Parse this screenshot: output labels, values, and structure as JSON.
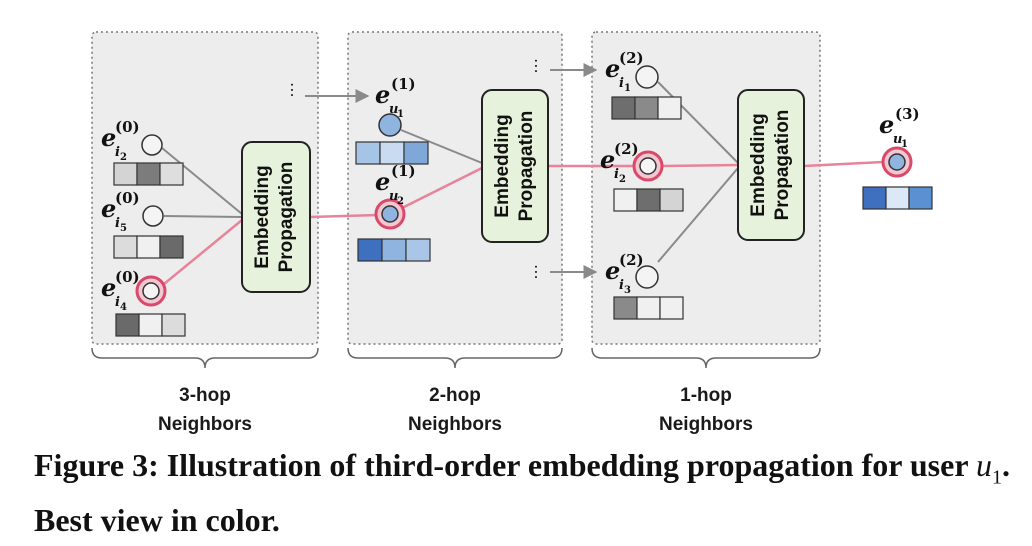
{
  "figure": {
    "box_label": "Embedding Propagation",
    "box_label_line1": "Embedding",
    "box_label_line2": "Propagation",
    "hop_groups": [
      {
        "line1": "3-hop",
        "line2": "Neighbors"
      },
      {
        "line1": "2-hop",
        "line2": "Neighbors"
      },
      {
        "line1": "1-hop",
        "line2": "Neighbors"
      }
    ],
    "ellipsis": "⋯",
    "symbols": {
      "e_i2_0": {
        "main": "e",
        "sub": "i",
        "subsub": "2",
        "sup": "(0)"
      },
      "e_i5_0": {
        "main": "e",
        "sub": "i",
        "subsub": "5",
        "sup": "(0)"
      },
      "e_i4_0": {
        "main": "e",
        "sub": "i",
        "subsub": "4",
        "sup": "(0)"
      },
      "e_u1_1": {
        "main": "e",
        "sub": "u",
        "subsub": "1",
        "sup": "(1)"
      },
      "e_u2_1": {
        "main": "e",
        "sub": "u",
        "subsub": "2",
        "sup": "(1)"
      },
      "e_i1_2": {
        "main": "e",
        "sub": "i",
        "subsub": "1",
        "sup": "(2)"
      },
      "e_i2_2": {
        "main": "e",
        "sub": "i",
        "subsub": "2",
        "sup": "(2)"
      },
      "e_i3_2": {
        "main": "e",
        "sub": "i",
        "subsub": "3",
        "sup": "(2)"
      },
      "e_u1_3": {
        "main": "e",
        "sub": "u",
        "subsub": "1",
        "sup": "(3)"
      }
    },
    "colors": {
      "highlight_path": "#e8849a",
      "neighbor_edge": "#8a8a8a",
      "box_fill": "#e6f2dc",
      "group_fill": "#ededed",
      "user_node_fill": "#8fb4e0",
      "highlight_ring": "#d94a6a",
      "highlight_ring_fill": "#f3c7d1"
    }
  },
  "caption": {
    "prefix": "Figure 3: Illustration of third-order embedding propagation for user",
    "math_main": "u",
    "math_sub": "1",
    "suffix": ". Best view in color."
  }
}
